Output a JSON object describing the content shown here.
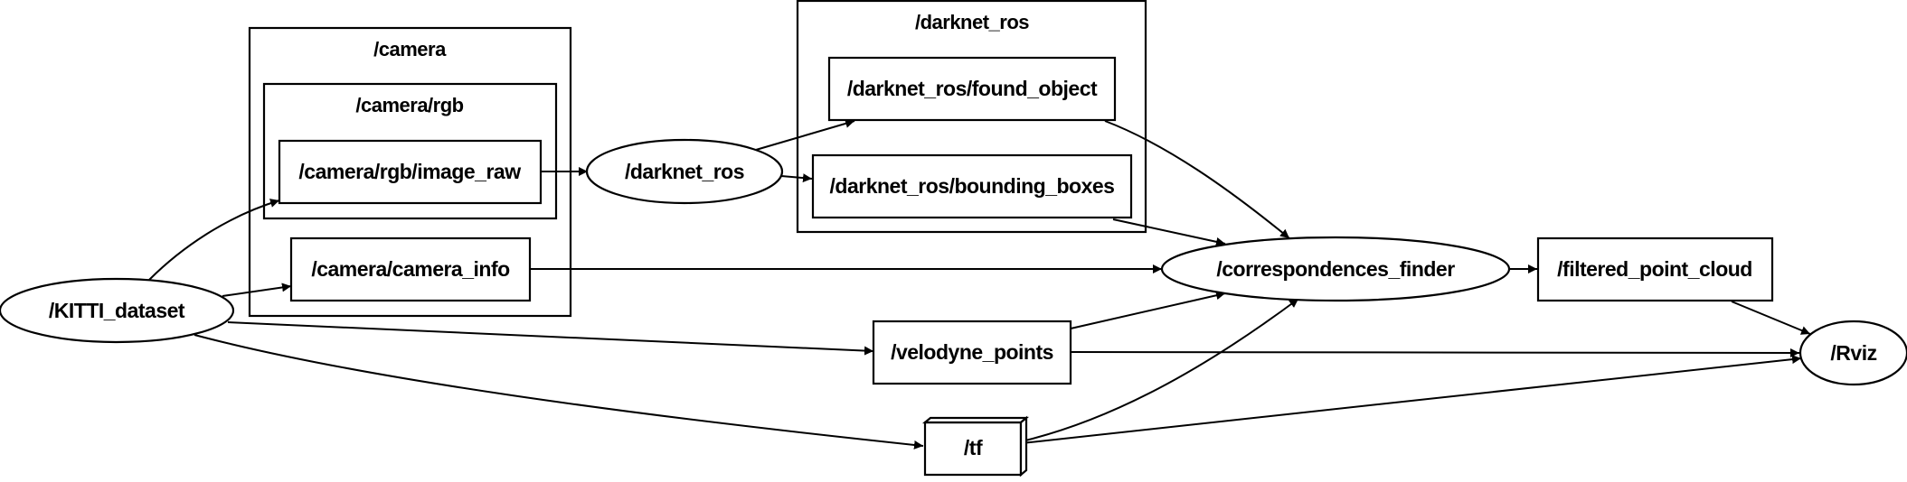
{
  "clusters": {
    "camera": "/camera",
    "camera_rgb": "/camera/rgb",
    "darknet": "/darknet_ros"
  },
  "nodes": {
    "image_raw": "/camera/rgb/image_raw",
    "camera_info": "/camera/camera_info",
    "darknet_ros": "/darknet_ros",
    "found_object": "/darknet_ros/found_object",
    "bounding_boxes": "/darknet_ros/bounding_boxes",
    "kitti": "/KITTI_dataset",
    "correspondences": "/correspondences_finder",
    "filtered": "/filtered_point_cloud",
    "velodyne": "/velodyne_points",
    "tf": "/tf",
    "rviz": "/Rviz"
  }
}
